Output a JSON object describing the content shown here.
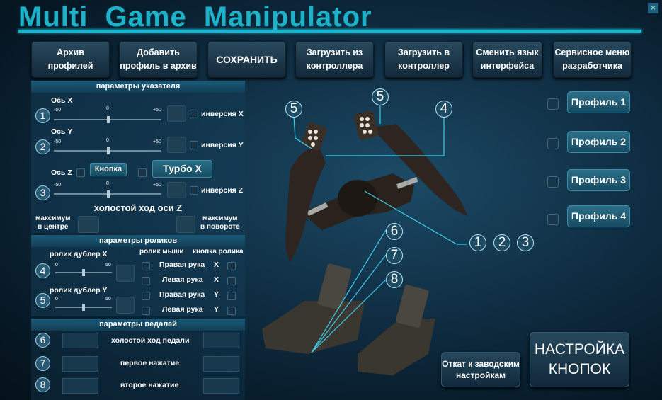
{
  "app": {
    "title": "Multi  Game  Manipulator",
    "close": "×"
  },
  "toolbar": [
    {
      "label": "Архив\nпрофилей"
    },
    {
      "label": "Добавить\nпрофиль в архив"
    },
    {
      "label": "СОХРАНИТЬ"
    },
    {
      "label": "Загрузить из\nконтроллера"
    },
    {
      "label": "Загрузить в\nконтроллер"
    },
    {
      "label": "Сменить язык\nинтерфейса"
    },
    {
      "label": "Сервисное меню\nразработчика"
    }
  ],
  "pointer": {
    "section": "параметры указателя",
    "axes": [
      {
        "num": "1",
        "label": "Ось X",
        "min": "-50",
        "mid": "0",
        "max": "+50",
        "invert": "инверсия X"
      },
      {
        "num": "2",
        "label": "Ось Y",
        "min": "-50",
        "mid": "0",
        "max": "+50",
        "invert": "инверсия Y"
      },
      {
        "num": "3",
        "label": "Ось Z",
        "min": "-50",
        "mid": "0",
        "max": "+50",
        "invert": "инверсия Z"
      }
    ],
    "button": "Кнопка",
    "turbo": "Турбо X",
    "idle_title": "холостой ход оси Z",
    "max_center": "максимум\nв центре",
    "max_turn": "максимум\nв повороте"
  },
  "rollers": {
    "section": "параметры роликов",
    "mouse_roller": "ролик мыши",
    "roller_button": "кнопка ролика",
    "items": [
      {
        "num": "4",
        "label": "ролик дублер X",
        "min": "0",
        "max": "50"
      },
      {
        "num": "5",
        "label": "ролик дублер Y",
        "min": "0",
        "max": "50"
      }
    ],
    "rows": [
      {
        "hand": "Правая рука",
        "axis": "X"
      },
      {
        "hand": "Левая рука",
        "axis": "X"
      },
      {
        "hand": "Правая рука",
        "axis": "Y"
      },
      {
        "hand": "Левая рука",
        "axis": "Y"
      }
    ]
  },
  "pedals": {
    "section": "параметры педалей",
    "rows": [
      {
        "num": "6",
        "label": "холостой ход педали"
      },
      {
        "num": "7",
        "label": "первое нажатие"
      },
      {
        "num": "8",
        "label": "второе нажатие"
      }
    ]
  },
  "profiles": [
    {
      "label": "Профиль 1"
    },
    {
      "label": "Профиль 2"
    },
    {
      "label": "Профиль 3"
    },
    {
      "label": "Профиль 4"
    }
  ],
  "callouts": {
    "c5a": "5",
    "c5b": "5",
    "c4": "4",
    "c1": "1",
    "c2": "2",
    "c3": "3",
    "c6": "6",
    "c7": "7",
    "c8": "8"
  },
  "actions": {
    "reset": "Откат к заводским\nнастройкам",
    "buttons": "НАСТРОЙКА\nКНОПОК"
  },
  "colors": {
    "accent": "#1fb3c9",
    "background": "#0f2d42"
  }
}
